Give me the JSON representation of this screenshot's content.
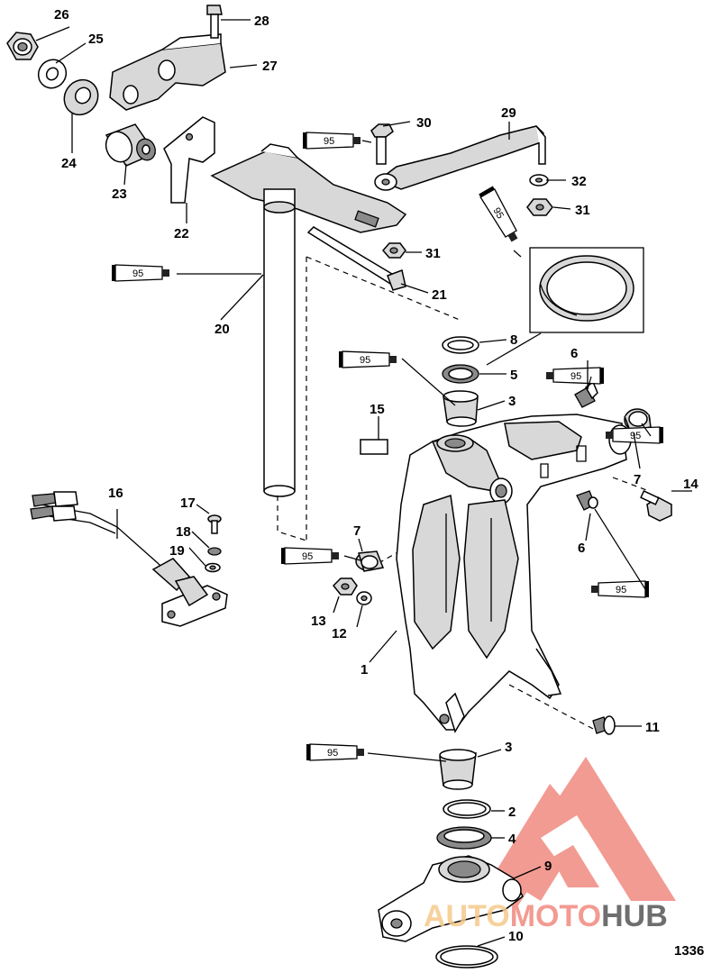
{
  "diagram": {
    "figure_number": "1336",
    "lubricant_code": "95",
    "callouts": [
      "1",
      "2",
      "3",
      "4",
      "5",
      "6",
      "7",
      "8",
      "9",
      "10",
      "11",
      "12",
      "13",
      "14",
      "15",
      "16",
      "17",
      "18",
      "19",
      "20",
      "21",
      "22",
      "23",
      "24",
      "25",
      "26",
      "27",
      "28",
      "29",
      "30",
      "31",
      "32"
    ]
  },
  "watermark": {
    "part1": "AUTO",
    "part2": "MOTO",
    "part3": "HUB",
    "color_primary": "#f08a80",
    "color_secondary": "#f5c98a",
    "color_dark": "#555555"
  }
}
